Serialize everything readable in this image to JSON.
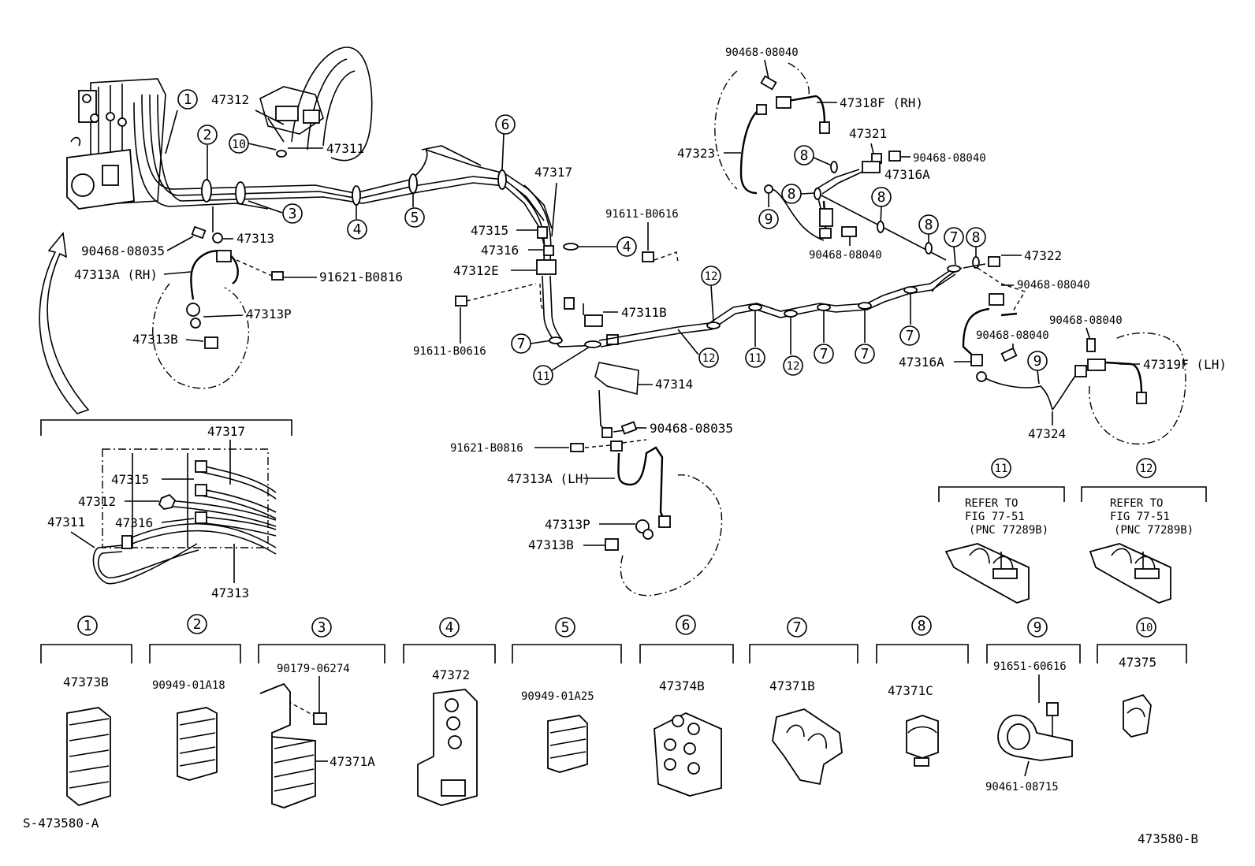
{
  "callouts": {
    "c1": "1",
    "c2": "2",
    "c3": "3",
    "c4": "4",
    "c5": "5",
    "c6": "6",
    "c7": "7",
    "c8": "8",
    "c9": "9",
    "c10": "10",
    "c11": "11",
    "c12": "12"
  },
  "labels": {
    "p47312_top": "47312",
    "p47311_top": "47311",
    "p47313_top": "47313",
    "p90468_08035_left": "90468-08035",
    "p47313A_rh": "47313A (RH)",
    "p91621_B0816_right": "91621-B0816",
    "p47313P_top": "47313P",
    "p47313B_top": "47313B",
    "p47317_mid": "47317",
    "p47315_mid": "47315",
    "p47316_mid": "47316",
    "p47312E": "47312E",
    "p91611_B0616_a": "91611-B0616",
    "p91611_B0616_b": "91611-B0616",
    "p47311B": "47311B",
    "p47314": "47314",
    "p90468_08035_mid": "90468-08035",
    "p91621_B0816_mid": "91621-B0816",
    "p47313A_lh": "47313A (LH)",
    "p47313P_mid": "47313P",
    "p47313B_mid": "47313B",
    "p90468_08040_top": "90468-08040",
    "p47318F": "47318F (RH)",
    "p47323": "47323",
    "p47321": "47321",
    "p90468_08040_r1": "90468-08040",
    "p47316A_top": "47316A",
    "p90468_08040_mid": "90468-08040",
    "p47322": "47322",
    "p90468_08040_r2": "90468-08040",
    "p90468_08040_r3": "90468-08040",
    "p90468_08040_r4": "90468-08040",
    "p47316A_bot": "47316A",
    "p47319F": "47319F (LH)",
    "p47324": "47324",
    "inset_47317": "47317",
    "inset_47315": "47315",
    "inset_47312": "47312",
    "inset_47311": "47311",
    "inset_47316": "47316",
    "inset_47313": "47313"
  },
  "refer": {
    "line1": "REFER TO",
    "line2": "FIG 77-51",
    "line3": "(PNC 77289B)"
  },
  "legend": [
    {
      "num": "1",
      "parts": [
        "47373B"
      ]
    },
    {
      "num": "2",
      "parts": [
        "90949-01A18"
      ]
    },
    {
      "num": "3",
      "parts": [
        "90179-06274",
        "47371A"
      ]
    },
    {
      "num": "4",
      "parts": [
        "47372"
      ]
    },
    {
      "num": "5",
      "parts": [
        "90949-01A25"
      ]
    },
    {
      "num": "6",
      "parts": [
        "47374B"
      ]
    },
    {
      "num": "7",
      "parts": [
        "47371B"
      ]
    },
    {
      "num": "8",
      "parts": [
        "47371C"
      ]
    },
    {
      "num": "9",
      "parts": [
        "91651-60616",
        "90461-08715"
      ]
    },
    {
      "num": "10",
      "parts": [
        "47375"
      ]
    }
  ],
  "codes": {
    "left": "S-473580-A",
    "right": "473580-B"
  }
}
